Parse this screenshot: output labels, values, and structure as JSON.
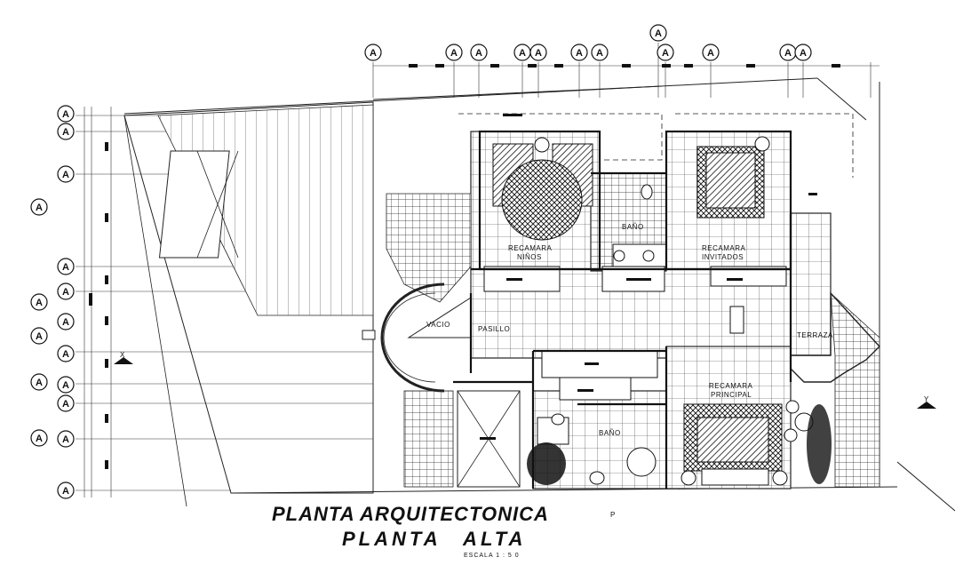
{
  "drawing": {
    "title": "PLANTA ARQUITECTONICA",
    "subtitle": "PLANTA   ALTA",
    "scale": "ESCALA 1 : 5 0",
    "mark": "P"
  },
  "axis_bubble": {
    "label": "A"
  },
  "axis_markers": {
    "x": "X",
    "y": "Y"
  },
  "rooms": {
    "recamara_ninos": [
      "RECAMARA",
      "NIÑOS"
    ],
    "bano_top": "BAÑO",
    "recamara_invitados": [
      "RECAMARA",
      "INVITADOS"
    ],
    "vacio": "VACIO",
    "pasillo": "PASILLO",
    "terraza": "TERRAZA",
    "recamara_principal": [
      "RECAMARA",
      "PRINCIPAL"
    ],
    "bano_bottom": "BAÑO"
  }
}
